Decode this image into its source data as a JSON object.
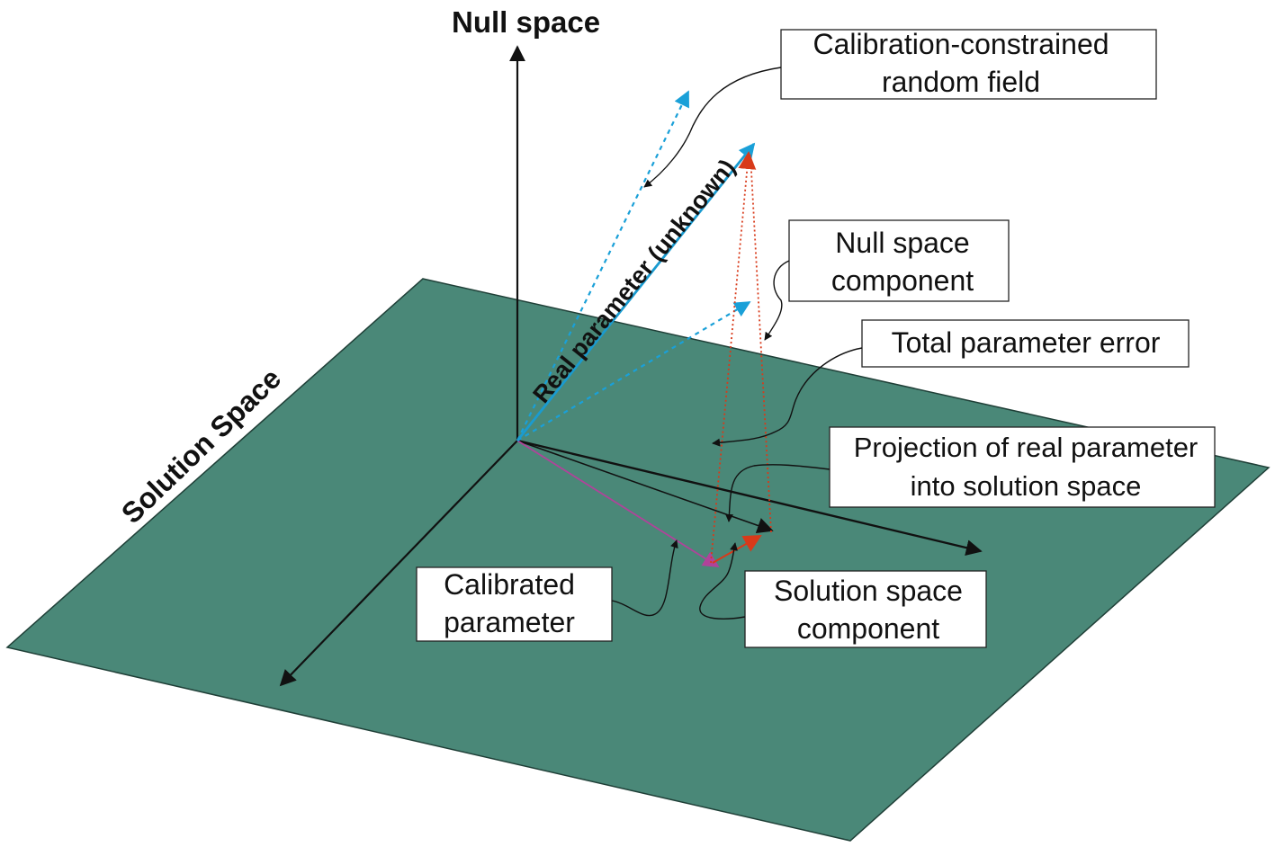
{
  "diagram": {
    "axes": {
      "null_space": "Null space",
      "solution_space": "Solution Space"
    },
    "vector_label": "Real parameter (unknown)",
    "callouts": {
      "random_field": [
        "Calibration-constrained",
        "random field"
      ],
      "null_component": [
        "Null space",
        "component"
      ],
      "total_error": [
        "Total parameter error"
      ],
      "projection": [
        "Projection of real parameter",
        "into solution space"
      ],
      "calibrated": [
        "Calibrated",
        "parameter"
      ],
      "solution_component": [
        "Solution space",
        "component"
      ]
    },
    "colors": {
      "plane": "#4a8878",
      "plane_edge": "#1f3f37",
      "axis": "#111111",
      "real_parameter": "#1a9bd0",
      "random_field": "#1aa0d8",
      "error": "#d83a1a",
      "calibrated": "#b0439a"
    }
  }
}
